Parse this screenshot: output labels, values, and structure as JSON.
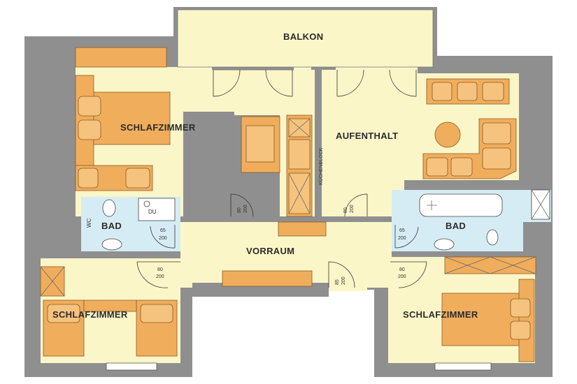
{
  "rooms": {
    "balkon": "BALKON",
    "schlafzimmer_top": "SCHLAFZIMMER",
    "aufenthalt": "AUFENTHALT",
    "bad_left": "BAD",
    "bad_right": "BAD",
    "vorraum": "VORRAUM",
    "schlafzimmer_bl": "SCHLAFZIMMER",
    "schlafzimmer_br": "SCHLAFZIMMER"
  },
  "fixtures": {
    "kuechenblock": "KÜCHENBLOCK",
    "du": "DU",
    "wc": "WC"
  },
  "doors": {
    "d1_w": "80",
    "d1_h": "200",
    "d2_w": "80",
    "d2_h": "200",
    "d3_w": "65",
    "d3_h": "200",
    "d4_w": "65",
    "d4_h": "200",
    "d5_w": "80",
    "d5_h": "200",
    "d6_w": "85",
    "d6_h": "200",
    "d7_w": "80",
    "d7_h": "200"
  },
  "colors": {
    "wall": "#8f8f8f",
    "floor": "#fbf6c8",
    "wet_room": "#d6ecf5",
    "furniture": "#f0ad5c"
  }
}
